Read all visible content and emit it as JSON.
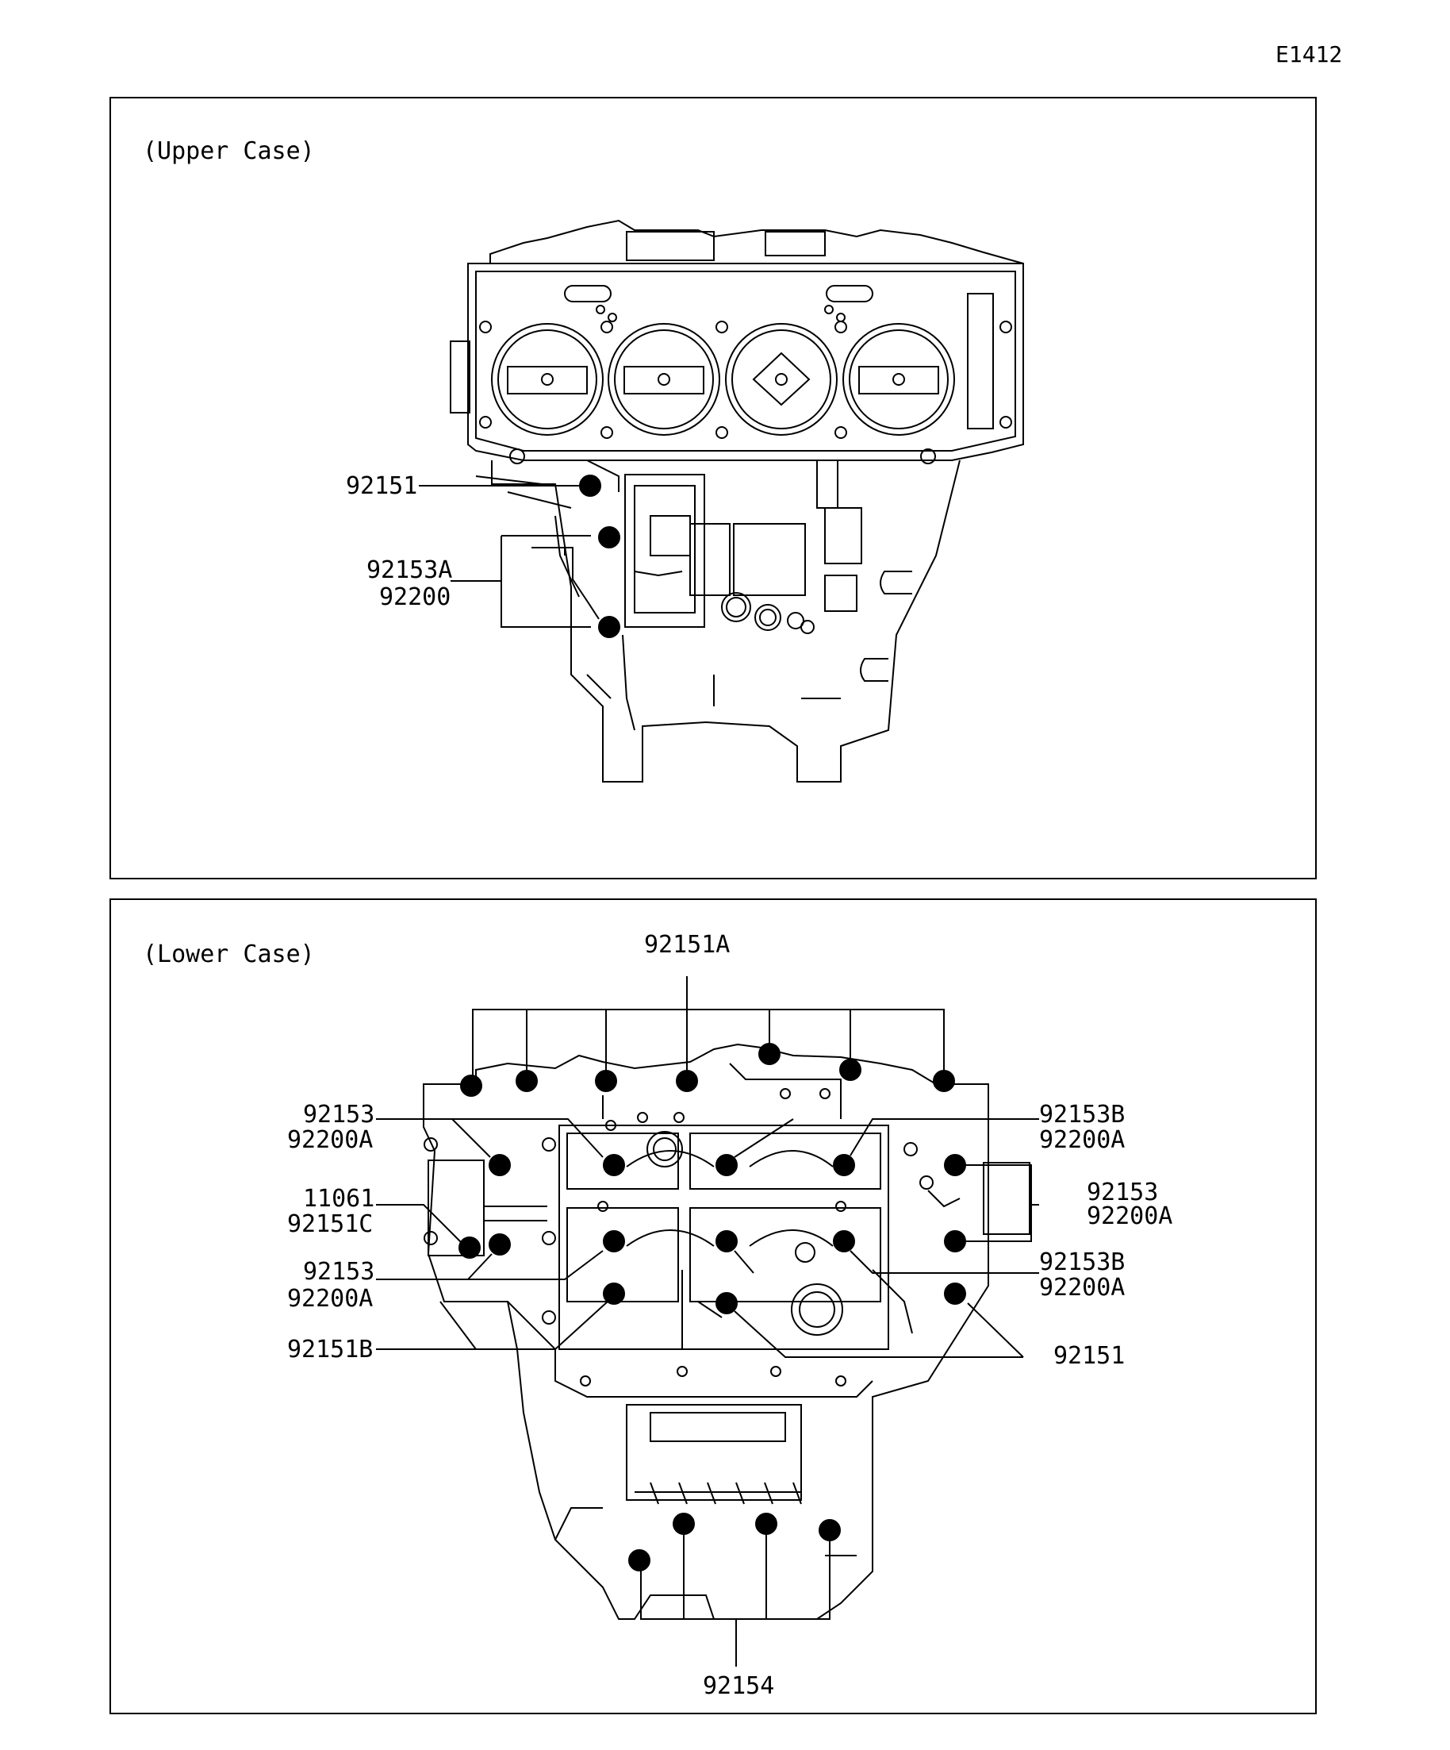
{
  "diagram_code": "E1412",
  "upper": {
    "title": "(Upper Case)",
    "labels": {
      "p92151": "92151",
      "p92153A": "92153A",
      "p92200": "92200"
    }
  },
  "lower": {
    "title": "(Lower Case)",
    "labels": {
      "p92151A": "92151A",
      "left_92153_a": "92153",
      "left_92200A_a": "92200A",
      "left_11061": "11061",
      "left_92151C": "92151C",
      "left_92153_b": "92153",
      "left_92200A_b": "92200A",
      "left_92151B": "92151B",
      "right_92153B_a": "92153B",
      "right_92200A_a": "92200A",
      "right_92153": "92153",
      "right_92200A_b": "92200A",
      "right_92153B_b": "92153B",
      "right_92200A_c": "92200A",
      "right_92151": "92151",
      "p92154": "92154"
    }
  }
}
